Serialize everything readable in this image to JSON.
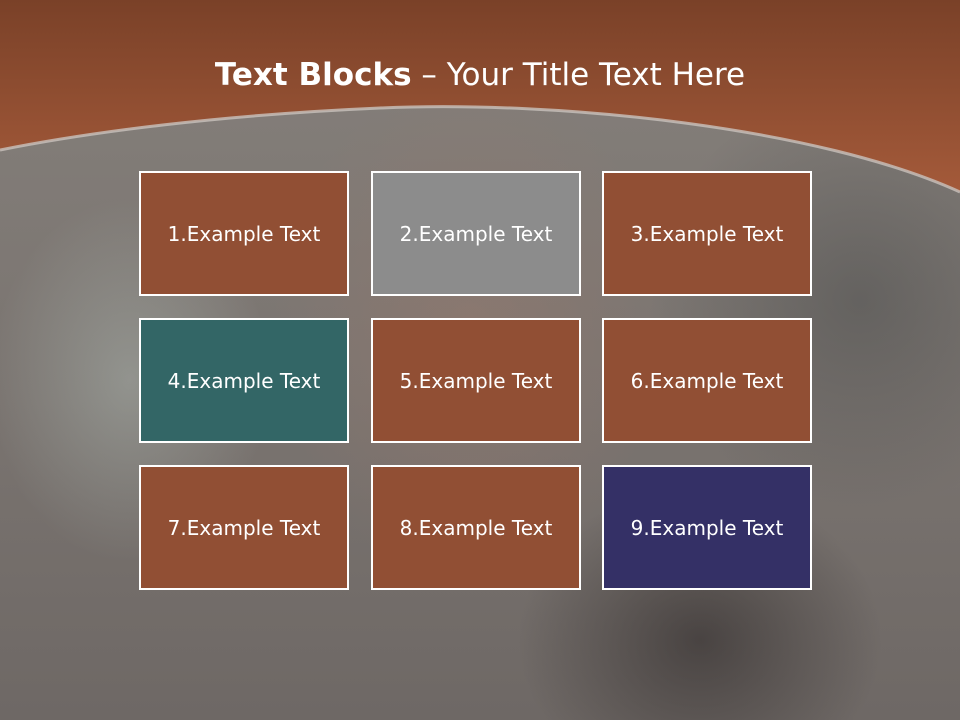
{
  "slide": {
    "title_bold": "Text Blocks",
    "title_dash": " – ",
    "title_rest": "Your Title Text Here"
  },
  "colors": {
    "header": "#96553a",
    "brown_block": "#914f34",
    "gray_block": "#8c8c8c",
    "teal_block": "#336666",
    "navy_block": "#343066"
  },
  "blocks": [
    {
      "label": "1.Example Text",
      "color": "#914f34"
    },
    {
      "label": "2.Example Text",
      "color": "#8c8c8c"
    },
    {
      "label": "3.Example Text",
      "color": "#914f34"
    },
    {
      "label": "4.Example Text",
      "color": "#336666"
    },
    {
      "label": "5.Example Text",
      "color": "#914f34"
    },
    {
      "label": "6.Example Text",
      "color": "#914f34"
    },
    {
      "label": "7.Example Text",
      "color": "#914f34"
    },
    {
      "label": "8.Example Text",
      "color": "#914f34"
    },
    {
      "label": "9.Example Text",
      "color": "#343066"
    }
  ]
}
